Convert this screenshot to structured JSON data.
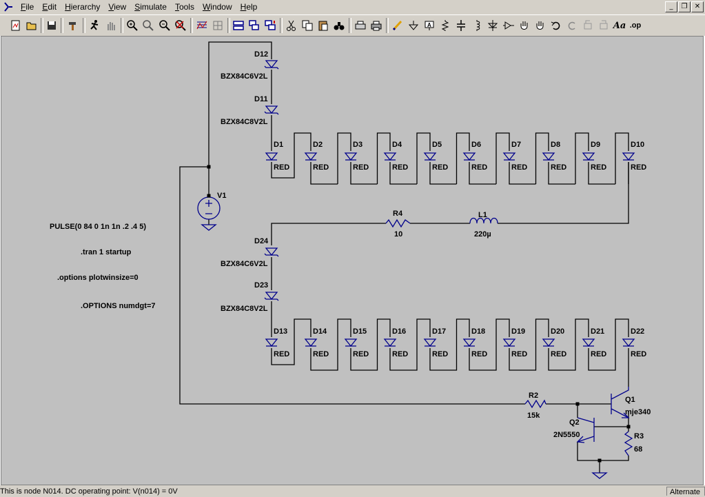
{
  "menu": {
    "items": [
      {
        "accel": "F",
        "rest": "ile"
      },
      {
        "accel": "E",
        "rest": "dit"
      },
      {
        "accel": "H",
        "rest": "ierarchy"
      },
      {
        "accel": "V",
        "rest": "iew"
      },
      {
        "accel": "S",
        "rest": "imulate"
      },
      {
        "accel": "T",
        "rest": "ools"
      },
      {
        "accel": "W",
        "rest": "indow"
      },
      {
        "accel": "H",
        "rest": "elp"
      }
    ]
  },
  "toolbar": {
    "icons": [
      "new-schematic",
      "open",
      "save",
      "hammer",
      "run",
      "halt",
      "zoom-in",
      "zoom-area",
      "zoom-out",
      "zoom-cancel",
      "plot-settings",
      "autorange",
      "tile-horizontal",
      "tile-vertical",
      "cascade",
      "cut",
      "copy",
      "paste",
      "find",
      "print-setup",
      "print",
      "wire",
      "ground",
      "label-net",
      "resistor",
      "capacitor",
      "inductor",
      "diode",
      "component",
      "move",
      "drag",
      "undo",
      "redo",
      "rotate",
      "mirror",
      "text",
      "spice-directive"
    ],
    "text_label": "Aa",
    "op_label": ".op"
  },
  "schematic": {
    "top_zeners": [
      {
        "ref": "D12",
        "value": "BZX84C6V2L"
      },
      {
        "ref": "D11",
        "value": "BZX84C8V2L"
      }
    ],
    "top_leds": [
      {
        "ref": "D1",
        "value": "RED"
      },
      {
        "ref": "D2",
        "value": "RED"
      },
      {
        "ref": "D3",
        "value": "RED"
      },
      {
        "ref": "D4",
        "value": "RED"
      },
      {
        "ref": "D5",
        "value": "RED"
      },
      {
        "ref": "D6",
        "value": "RED"
      },
      {
        "ref": "D7",
        "value": "RED"
      },
      {
        "ref": "D8",
        "value": "RED"
      },
      {
        "ref": "D9",
        "value": "RED"
      },
      {
        "ref": "D10",
        "value": "RED"
      }
    ],
    "source": {
      "ref": "V1"
    },
    "r4": {
      "ref": "R4",
      "value": "10"
    },
    "l1": {
      "ref": "L1",
      "value": "220µ"
    },
    "bottom_zeners": [
      {
        "ref": "D24",
        "value": "BZX84C6V2L"
      },
      {
        "ref": "D23",
        "value": "BZX84C8V2L"
      }
    ],
    "bottom_leds": [
      {
        "ref": "D13",
        "value": "RED"
      },
      {
        "ref": "D14",
        "value": "RED"
      },
      {
        "ref": "D15",
        "value": "RED"
      },
      {
        "ref": "D16",
        "value": "RED"
      },
      {
        "ref": "D17",
        "value": "RED"
      },
      {
        "ref": "D18",
        "value": "RED"
      },
      {
        "ref": "D19",
        "value": "RED"
      },
      {
        "ref": "D20",
        "value": "RED"
      },
      {
        "ref": "D21",
        "value": "RED"
      },
      {
        "ref": "D22",
        "value": "RED"
      }
    ],
    "r2": {
      "ref": "R2",
      "value": "15k"
    },
    "q1": {
      "ref": "Q1",
      "value": "mje340"
    },
    "q2": {
      "ref": "Q2",
      "value": "2N5550"
    },
    "r3": {
      "ref": "R3",
      "value": "68"
    },
    "directives": [
      "PULSE(0 84 0 1n 1n .2 .4 5)",
      ".tran 1 startup",
      ".options plotwinsize=0",
      ".OPTIONS numdgt=7"
    ],
    "wire_color": "#000000",
    "component_color": "#00008b"
  },
  "status": {
    "text": "This is node N014.   DC operating point: V(n014) = 0V",
    "mode": "Alternate"
  }
}
